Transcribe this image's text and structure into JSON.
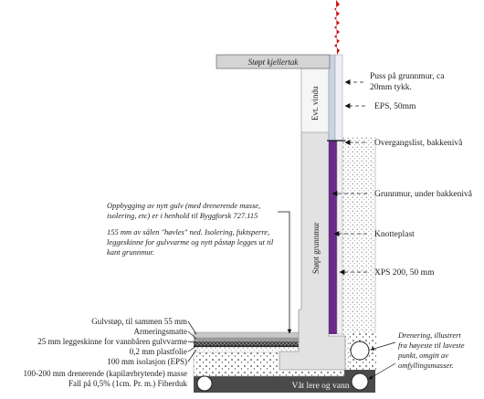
{
  "labels": {
    "kjellertak": "Støpt kjellertak",
    "vindu": "Evt. vindu",
    "grunnmur_vertical": "Støpt grunnmur",
    "puss_line1": "Puss på grunnmur, ca",
    "puss_line2": "20mm tykk.",
    "eps50": "EPS, 50mm",
    "overgangslist": "Overgangslist, bakkenivå",
    "grunnmur_under": "Grunnmur, under bakkenivå",
    "knotteplast": "Knotteplast",
    "xps": "XPS 200, 50 mm",
    "oppbygging_1": "Oppbygging av nytt gulv (med drenerende masse,",
    "oppbygging_2": "isolering, etc) er i henhold til Byggforsk 727.115",
    "oppbygging_3": "155 mm av sålen \"høvles\" ned. Isolering, fuktsperre,",
    "oppbygging_4": "leggeskinne for gulvvarme og nytt påstøp legges ut til",
    "oppbygging_5": "kant grunnmur.",
    "gulvstop": "Gulvstøp, til sammen 55 mm",
    "armering": "Armeringsmatte",
    "leggeskinne": "25 mm leggeskinne for vannbåren gulvvarme",
    "plastfolie": "0,2 mm plastfolie",
    "isolasjon": "100 mm isolasjon (EPS)",
    "drenerende": "100-200 mm drenerende (kapilærbrytende) masse",
    "fall": "Fall på 0,5% (1cm. Pr. m.) Fiberduk",
    "vaat_lere": "Våt lere og vann",
    "drenering_1": "Drenering, illustrert",
    "drenering_2": "fra høyeste til laveste",
    "drenering_3": "punkt, omgitt av",
    "drenering_4": "omfyllingsmasser."
  },
  "colors": {
    "concrete": "#e4e4e4",
    "puss": "#c8d4e4",
    "knotteplast": "#6a2a8a",
    "slab": "#555555",
    "ground_dots": "#333333",
    "red_cut": "#cc1111"
  }
}
